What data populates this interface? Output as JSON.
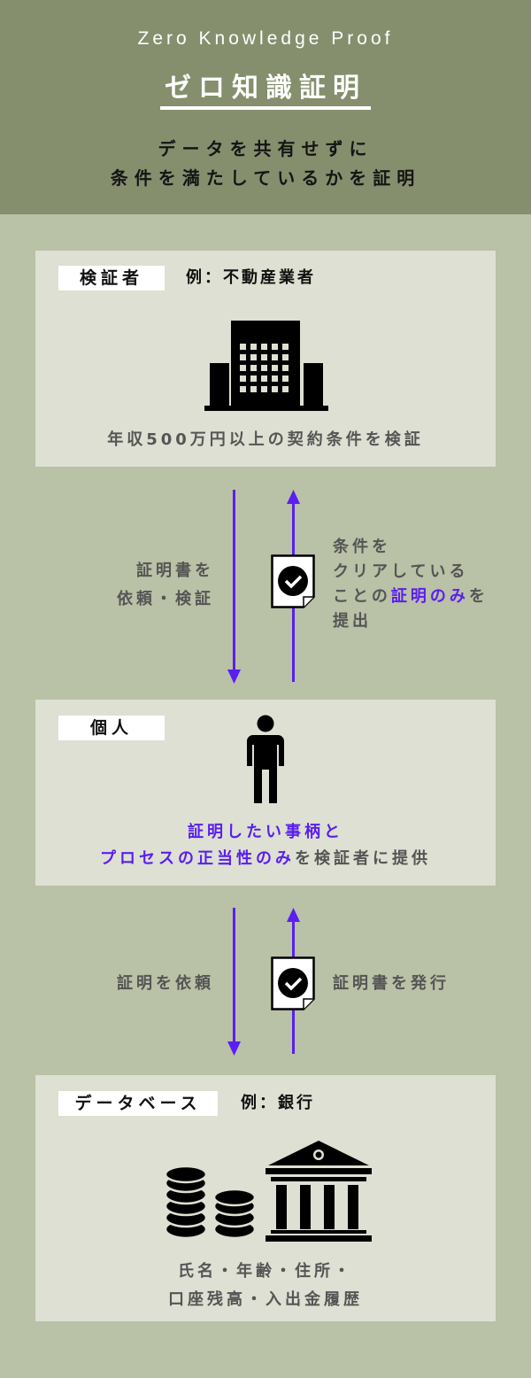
{
  "header": {
    "english_title": "Zero Knowledge Proof",
    "title": "ゼロ知識証明",
    "subtitle_lines": [
      "データを共有せずに",
      "条件を満たしているかを証明"
    ]
  },
  "verifier": {
    "label": "検証者",
    "example": "例：不動産業者",
    "icon": "building-icon",
    "description": "年収500万円以上の契約条件を検証"
  },
  "flow1": {
    "left_lines": [
      "証明書を",
      "依頼・検証"
    ],
    "icon": "checked-document-icon",
    "right_line1": "条件を",
    "right_line2": "クリアしている",
    "right_line3_pre": "ことの",
    "right_line3_hl": "証明のみ",
    "right_line3_post": "を",
    "right_line4": "提出"
  },
  "individual": {
    "label": "個人",
    "icon": "person-icon",
    "line1": "証明したい事柄と",
    "line2_hl": "プロセスの正当性のみ",
    "line2_post": "を検証者に提供"
  },
  "flow2": {
    "left": "証明を依頼",
    "icon": "checked-document-icon",
    "right": "証明書を発行"
  },
  "database": {
    "label": "データベース",
    "example": "例：銀行",
    "icons": [
      "coin-stack-icon",
      "bank-icon"
    ],
    "lines": [
      "氏名・年齢・住所・",
      "口座残高・入出金履歴"
    ]
  },
  "colors": {
    "header_bg": "#858f6d",
    "body_bg": "#b9c1a6",
    "card_bg": "#dde0d2",
    "accent": "#5a1ef0"
  }
}
